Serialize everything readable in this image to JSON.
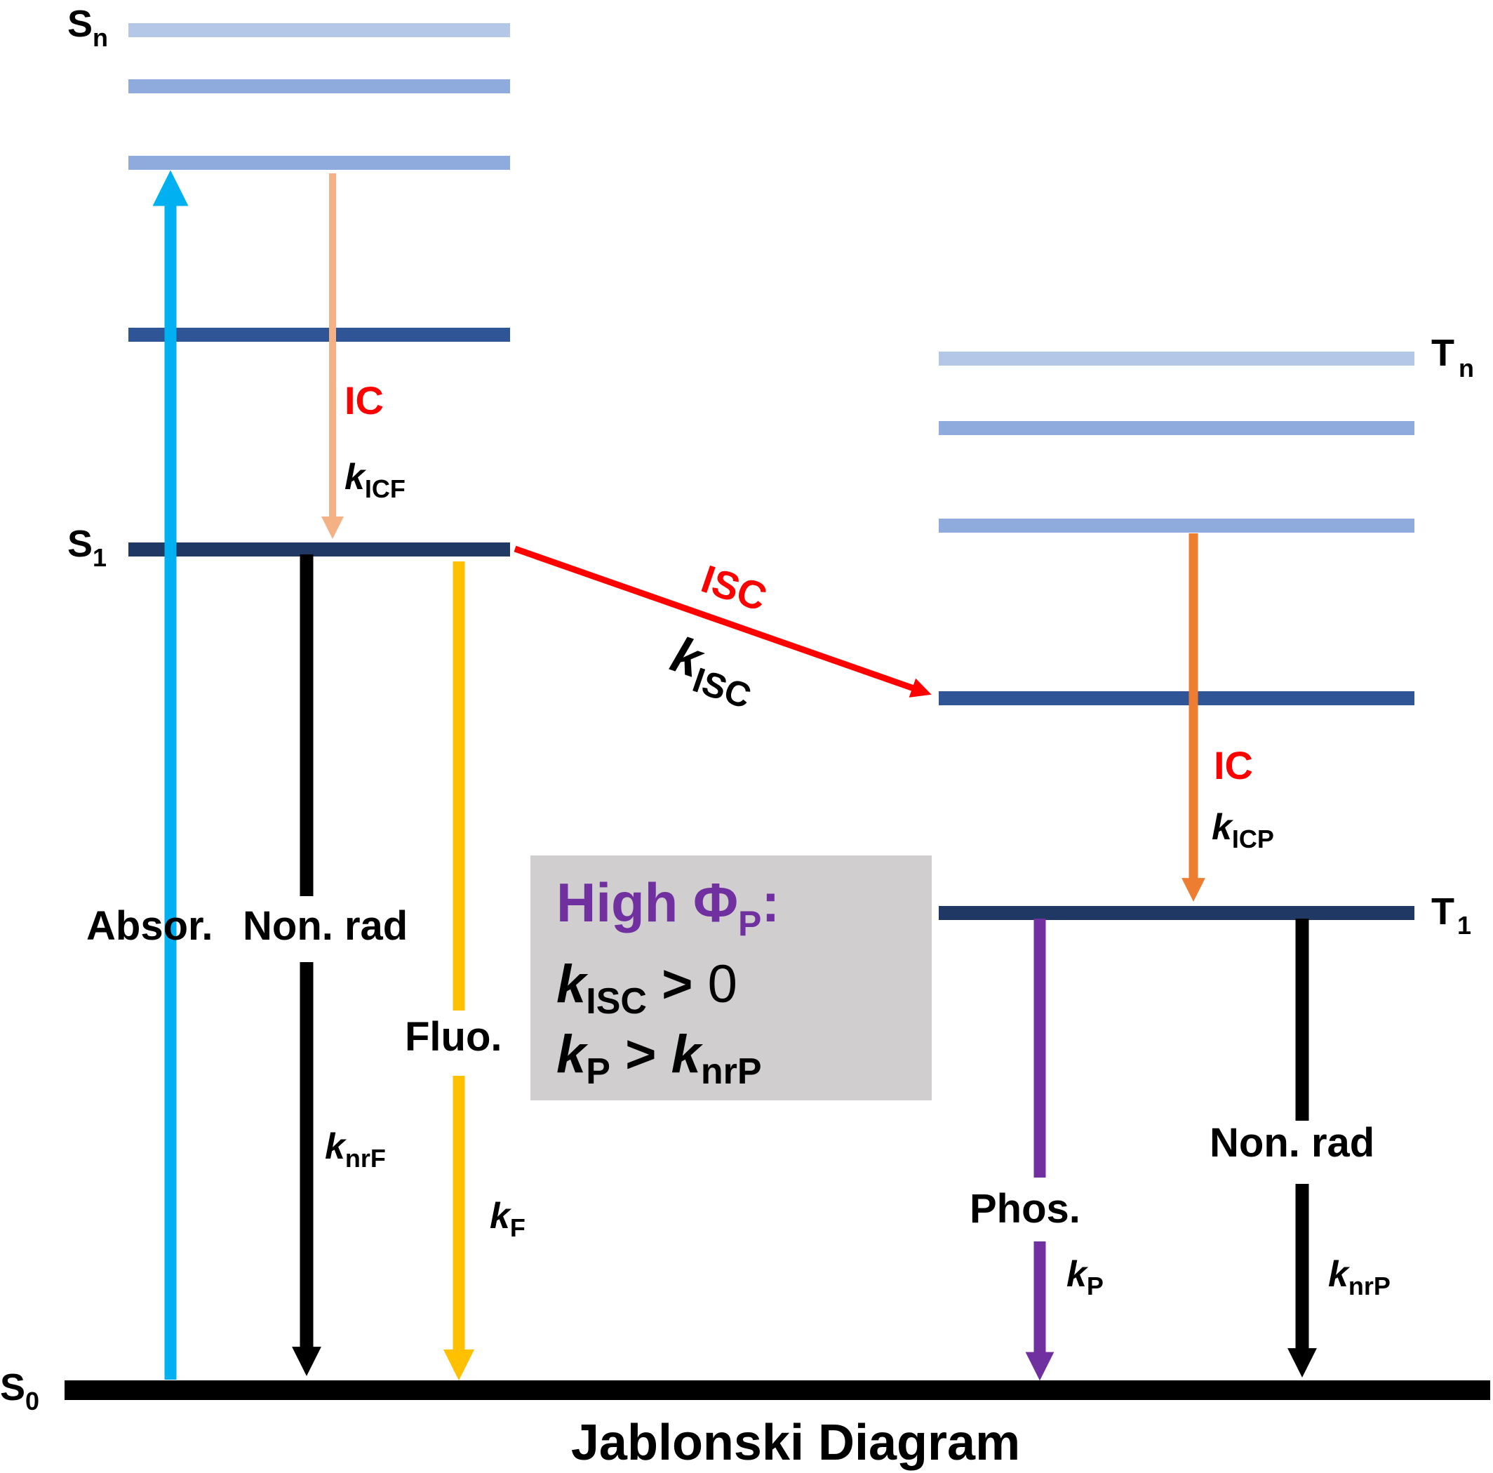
{
  "colors": {
    "level_light": "#b4c7e7",
    "level_mid": "#8faadc",
    "level_dark": "#2f5597",
    "level_darkest": "#1f3864",
    "ground": "#000000",
    "absorption": "#00b0f0",
    "ic_singlet": "#f4b183",
    "ic_triplet": "#ed7d31",
    "isc": "#ff0000",
    "fluorescence": "#ffc000",
    "phosphorescence": "#7030a0",
    "nonrad": "#000000",
    "label_red": "#ff0000",
    "label_purple": "#7030a0",
    "box_fill": "#d0cece"
  },
  "states": {
    "s0": {
      "main": "S",
      "sub": "0"
    },
    "s1": {
      "main": "S",
      "sub": "1"
    },
    "sn": {
      "main": "S",
      "sub": "n"
    },
    "t1": {
      "main": "T",
      "sub": "1"
    },
    "tn": {
      "main": "T",
      "sub": "n"
    }
  },
  "processes": {
    "absorption": {
      "label": "Absor."
    },
    "nonrad_singlet": {
      "label": "Non. rad",
      "k": "k",
      "k_sub": "nrF"
    },
    "fluorescence": {
      "label": "Fluo.",
      "k": "k",
      "k_sub": "F"
    },
    "ic_singlet": {
      "label": "IC",
      "k": "k",
      "k_sub": "ICF"
    },
    "isc": {
      "label": "ISC",
      "k": "k",
      "k_sub": "ISC"
    },
    "ic_triplet": {
      "label": "IC",
      "k": "k",
      "k_sub": "ICP"
    },
    "phosphorescence": {
      "label": "Phos.",
      "k": "k",
      "k_sub": "P"
    },
    "nonrad_triplet": {
      "label": "Non. rad",
      "k": "k",
      "k_sub": "nrP"
    }
  },
  "condition_box": {
    "heading": "High Φ",
    "heading_sub": "P",
    "heading_colon": ":",
    "line1_k": "k",
    "line1_sub": "ISC",
    "line1_rel": " > ",
    "line1_value": "0",
    "line2_k": "k",
    "line2_sub": "P",
    "line2_rel": " > ",
    "line2_k2": "k",
    "line2_sub2": "nrP"
  },
  "footer": {
    "title": "Jablonski Diagram"
  }
}
